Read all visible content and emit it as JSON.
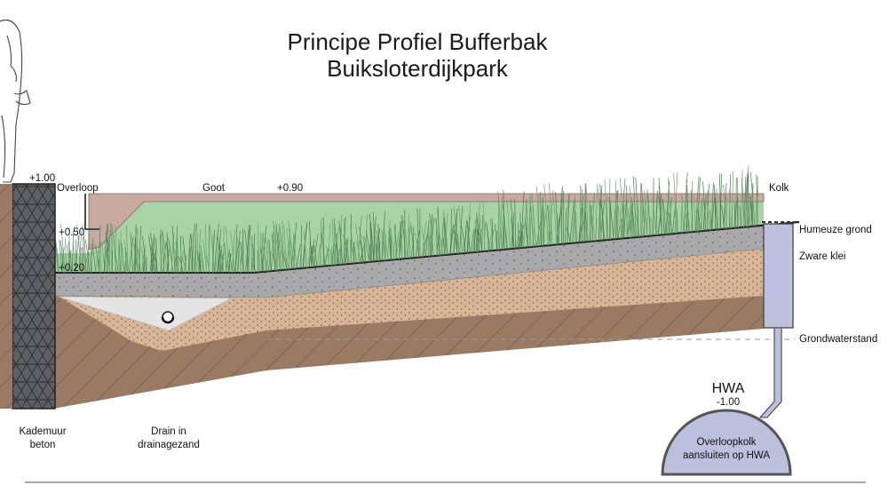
{
  "title": {
    "line1": "Principe Profiel Bufferbak",
    "line2": "Buiksloterdijkpark"
  },
  "levels": {
    "kade_top": "+1.00",
    "overloop_low": "+0.50",
    "basin_floor": "+0.20",
    "goot_level": "+0.90",
    "hwa_level": "-1.00"
  },
  "labels": {
    "overloop": "Overloop",
    "goot": "Goot",
    "kolk": "Kolk",
    "humeuze_grond": "Humeuze grond",
    "zware_klei": "Zware klei",
    "grondwaterstand": "Grondwaterstand",
    "hwa": "HWA",
    "overloopkolk_line1": "Overloopkolk",
    "overloopkolk_line2": "aansluiten op HWA",
    "kademuur_line1": "Kademuur",
    "kademuur_line2": "beton",
    "drain_line1": "Drain in",
    "drain_line2": "drainagezand"
  },
  "colors": {
    "concrete_wall": "#5e6066",
    "paving": "#c9aaa0",
    "grass": "#a7d3a6",
    "gravel": "#a9a9ab",
    "clay": "#d8b596",
    "soil": "#9b7a64",
    "drain_sand": "#e4e4e4",
    "pipe": "#bcc0dd"
  },
  "icons": {
    "person": "person-silhouette-icon",
    "drain_pipe": "drain-pipe-icon"
  }
}
